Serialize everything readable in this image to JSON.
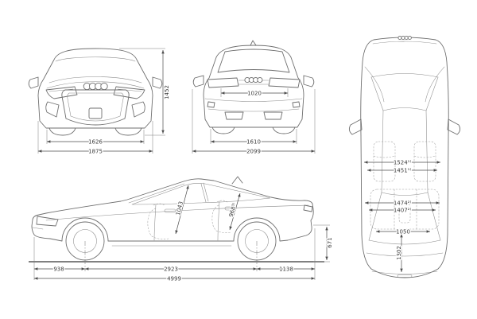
{
  "diagram_type": "vehicle dimension drawing, sedan shown in front, rear, side and top view",
  "views": {
    "front": {
      "name": "front-view",
      "dims": {
        "height": "1452",
        "track_width": "1626",
        "overall_width": "1875"
      }
    },
    "rear": {
      "name": "rear-view",
      "dims": {
        "boot_opening_width": "1020",
        "track_width": "1610",
        "width_incl_mirrors": "2099"
      }
    },
    "side": {
      "name": "side-view",
      "dims": {
        "headroom_front": "1043",
        "headroom_rear": "968³⁾",
        "front_overhang": "938",
        "wheelbase": "2923",
        "rear_overhang": "1138",
        "overall_length": "4999",
        "rear_height": "671"
      }
    },
    "top": {
      "name": "top-view",
      "dims": {
        "elbow_width_front": "1524¹⁾",
        "shoulder_width_front": "1451¹⁾",
        "elbow_width_rear": "1474²⁾",
        "shoulder_width_rear": "1407²⁾",
        "loading_width": "1050",
        "loading_depth": "1302"
      }
    }
  },
  "colors": {
    "background": "#ffffff",
    "car_line": "#6f6f6f",
    "dimension_line": "#4d4d4d",
    "text": "#3b3b3b"
  }
}
